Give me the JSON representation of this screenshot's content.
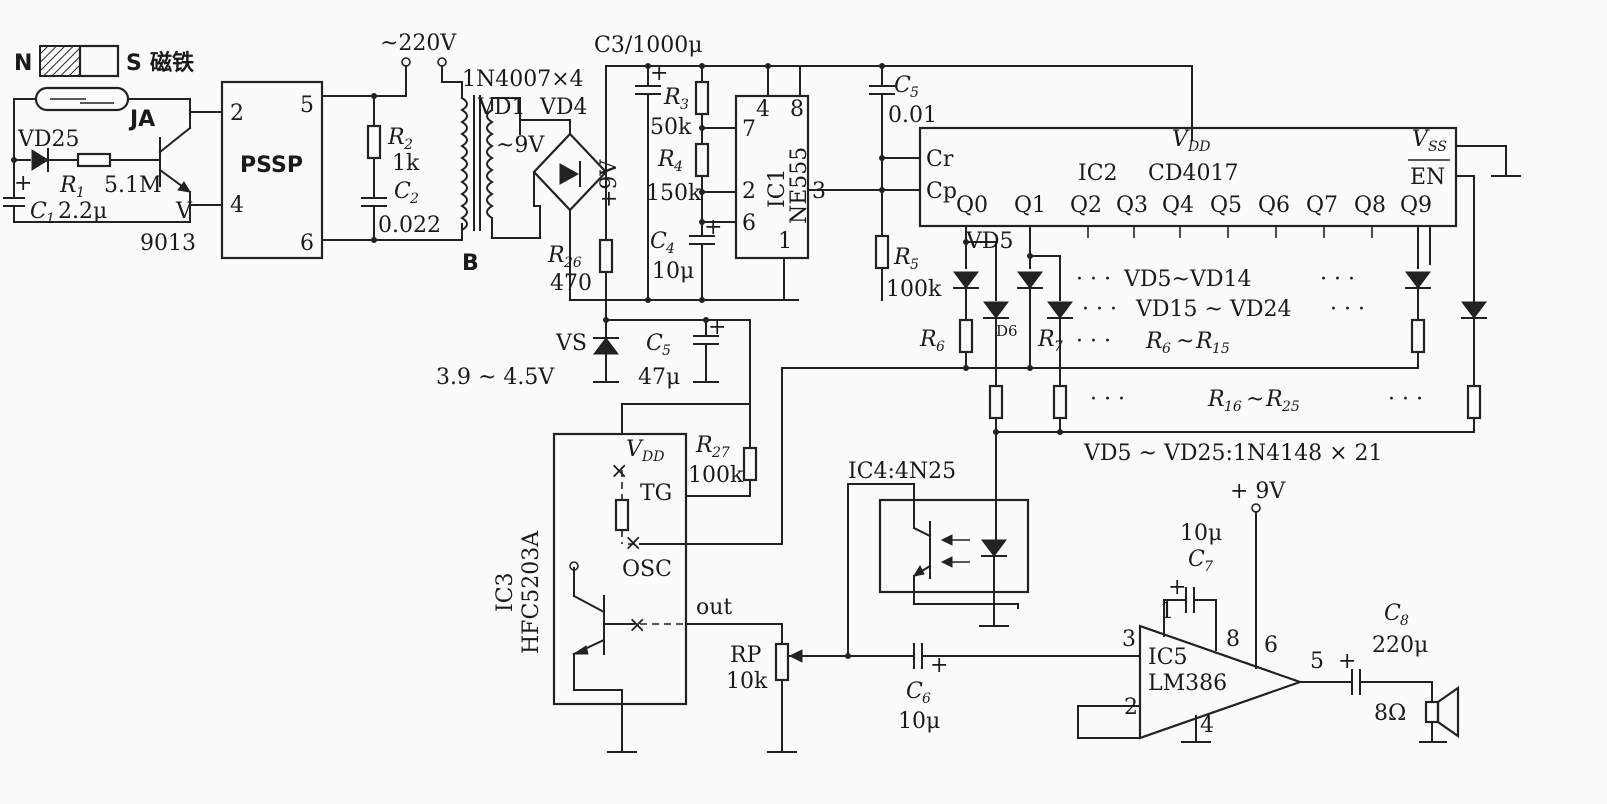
{
  "magnet": {
    "n": "N",
    "s": "S",
    "label": "磁铁"
  },
  "switch": {
    "ja": "JA"
  },
  "vd25": "VD25",
  "r1": {
    "name": "R",
    "sub": "1",
    "value": "5.1M"
  },
  "c1": {
    "name": "C",
    "sub": "1",
    "value": "2.2μ",
    "plus": "+"
  },
  "transistor": {
    "model": "9013",
    "v": "V"
  },
  "pssp": {
    "name": "PSSP",
    "pins": [
      "2",
      "5",
      "4",
      "6"
    ]
  },
  "mains": {
    "label": "~220V"
  },
  "r2": {
    "name": "R",
    "sub": "2",
    "value": "1k"
  },
  "c2": {
    "name": "C",
    "sub": "2",
    "value": "0.022"
  },
  "transformer": {
    "label": "B",
    "secondary": "~9V"
  },
  "bridge": {
    "label": "1N4007×4",
    "vd1": "VD1",
    "vd4": "VD4"
  },
  "c3": {
    "label": "C3/1000μ"
  },
  "supply9": "+9V",
  "r3": {
    "name": "R",
    "sub": "3",
    "value": "50k"
  },
  "r4": {
    "name": "R",
    "sub": "4",
    "value": "150k"
  },
  "c4": {
    "name": "C",
    "sub": "4",
    "value": "10μ"
  },
  "ic1": {
    "name": "IC1",
    "model": "NE555",
    "pins": [
      "4",
      "8",
      "7",
      "2",
      "6",
      "3",
      "1"
    ]
  },
  "c5a": {
    "name": "C",
    "sub": "5",
    "value": "0.01"
  },
  "r5": {
    "name": "R",
    "sub": "5",
    "value": "100k"
  },
  "ic2": {
    "name": "IC2",
    "model": "CD4017",
    "vdd": "V",
    "vdd_sub": "DD",
    "vss": "V",
    "vss_sub": "SS",
    "en": "EN",
    "cr": "Cr",
    "cp": "Cp",
    "outputs": [
      "Q0",
      "Q1",
      "Q2",
      "Q3",
      "Q4",
      "Q5",
      "Q6",
      "Q7",
      "Q8",
      "Q9"
    ]
  },
  "diodes": {
    "vd5": "VD5",
    "d6": "D6",
    "range1": "VD5~VD14",
    "range2": "VD15 ~ VD24",
    "note": "VD5 ~ VD25:1N4148 × 21"
  },
  "resistors": {
    "r6": "R",
    "r6_sub": "6",
    "r7": "R",
    "r7_sub": "7",
    "range1": "R",
    "range1_a": "6",
    "range1_b": "15",
    "range2": "R",
    "range2_a": "16",
    "range2_b": "25",
    "dots": "· · ·"
  },
  "r26": {
    "name": "R",
    "sub": "26",
    "value": "470"
  },
  "vs": {
    "name": "VS",
    "value": "3.9 ~ 4.5V"
  },
  "c5b": {
    "name": "C",
    "sub": "5",
    "value": "47μ"
  },
  "ic3": {
    "name": "IC3",
    "model": "HFC5203A",
    "vdd": "V",
    "vdd_sub": "DD",
    "tg": "TG",
    "osc": "OSC",
    "out": "out"
  },
  "r27": {
    "name": "R",
    "sub": "27",
    "value": "100k"
  },
  "ic4": {
    "name": "IC4:4N25"
  },
  "rp": {
    "name": "RP",
    "value": "10k"
  },
  "c6": {
    "name": "C",
    "sub": "6",
    "value": "10μ"
  },
  "c7": {
    "name": "C",
    "sub": "7",
    "value": "10μ"
  },
  "ic5": {
    "name": "IC5",
    "model": "LM386",
    "pins": [
      "1",
      "8",
      "3",
      "6",
      "5",
      "2",
      "4"
    ]
  },
  "supply9b": "+ 9V",
  "c8": {
    "name": "C",
    "sub": "8",
    "value": "220μ"
  },
  "speaker": {
    "value": "8Ω"
  }
}
